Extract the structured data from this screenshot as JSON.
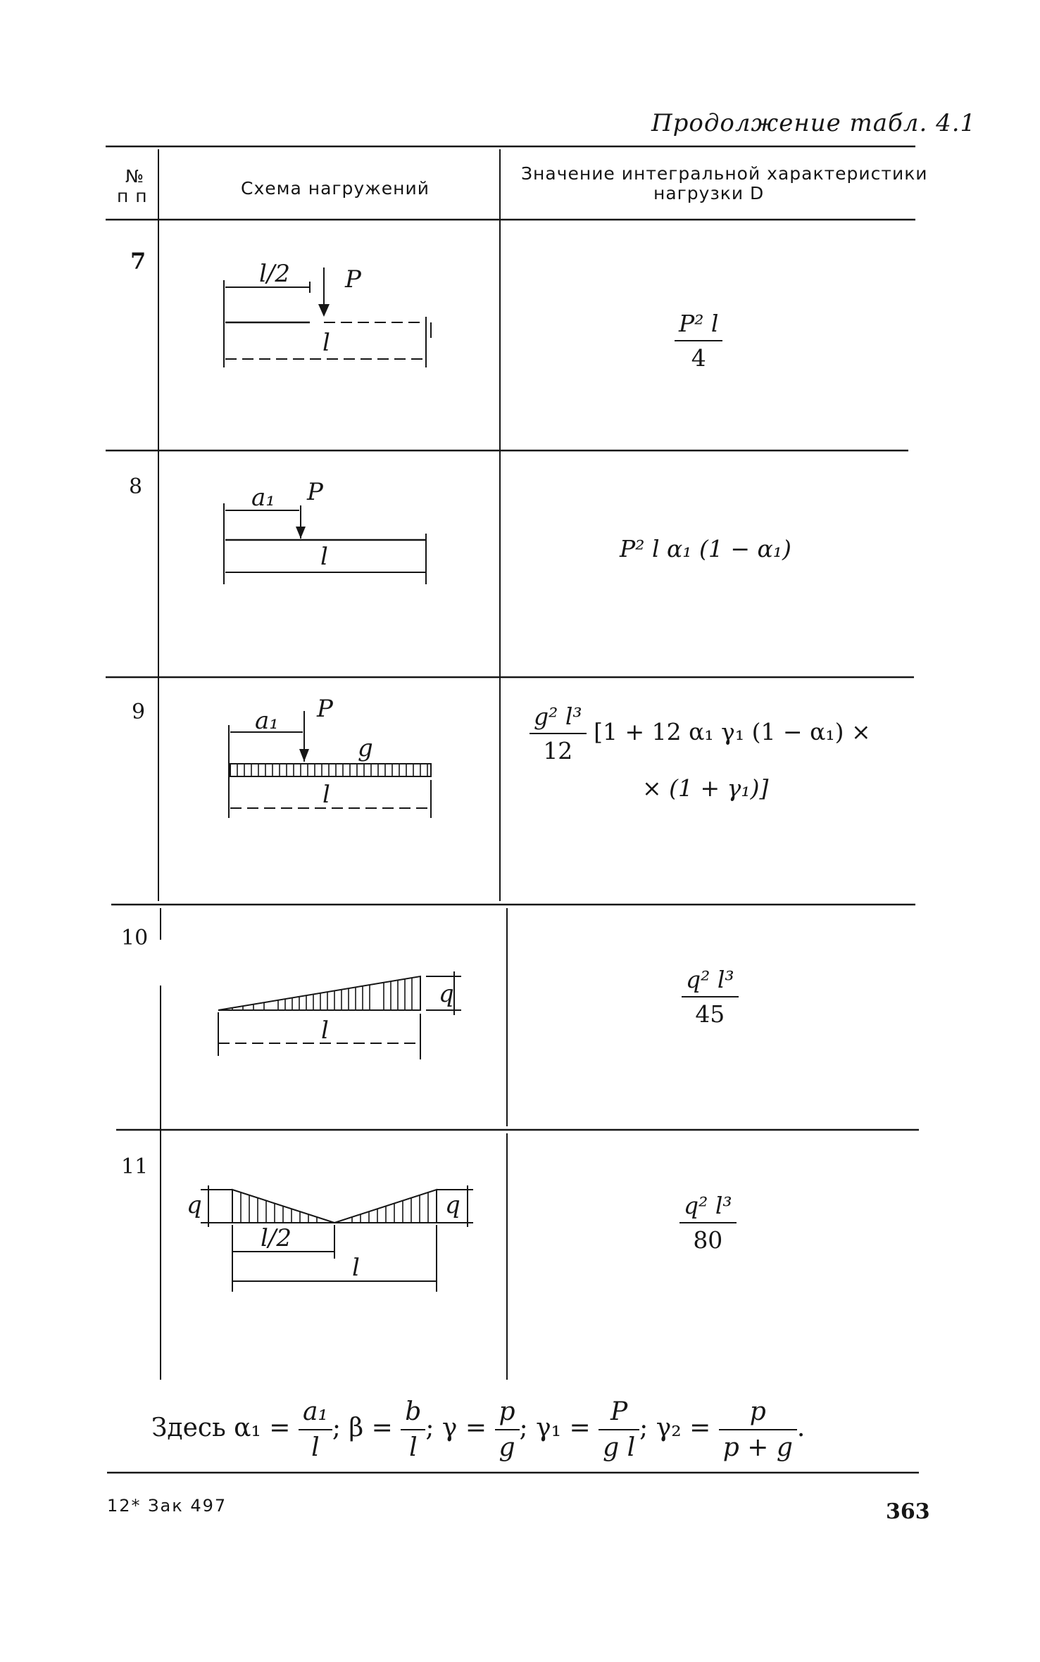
{
  "caption": "Продолжение табл. 4.1",
  "header": {
    "col_num_line1": "№",
    "col_num_line2": "п п",
    "col_scheme": "Схема нагружений",
    "col_value_line1": "Значение интегральной характеристики",
    "col_value_line2": "нагрузки D"
  },
  "rows": [
    {
      "num": "7",
      "labels": {
        "half": "l/2",
        "load": "P",
        "span": "l"
      },
      "formula": {
        "num": "P² l",
        "den": "4"
      }
    },
    {
      "num": "8",
      "labels": {
        "a": "a₁",
        "load": "P",
        "span": "l"
      },
      "formula": {
        "text_P": "P²",
        "text_rest": "l α₁ (1 − α₁)"
      }
    },
    {
      "num": "9",
      "labels": {
        "a": "a₁",
        "load": "P",
        "dist": "g",
        "span": "l"
      },
      "formula": {
        "num": "g² l³",
        "den": "12",
        "line1": "[1 + 12 α₁ γ₁ (1 − α₁) ×",
        "line2": "× (1 + γ₁)]"
      }
    },
    {
      "num": "10",
      "labels": {
        "q": "q",
        "span": "l"
      },
      "formula": {
        "num": "q² l³",
        "den": "45"
      }
    },
    {
      "num": "11",
      "labels": {
        "q_left": "q",
        "q_right": "q",
        "half": "l/2",
        "span": "l"
      },
      "formula": {
        "num": "q² l³",
        "den": "80"
      }
    }
  ],
  "footnote": {
    "lead": "Здесь",
    "a1": {
      "lhs": "α₁ =",
      "num": "a₁",
      "den": "l"
    },
    "beta": {
      "lhs": "β =",
      "num": "b",
      "den": "l"
    },
    "gamma": {
      "lhs": "γ =",
      "num": "p",
      "den": "g"
    },
    "gamma1": {
      "lhs": "γ₁ =",
      "num": "P",
      "den": "g l"
    },
    "gamma2": {
      "lhs": "γ₂ =",
      "num": "p",
      "den": "p + g"
    }
  },
  "footer": {
    "left": "12*  Зак  497",
    "page": "363"
  }
}
